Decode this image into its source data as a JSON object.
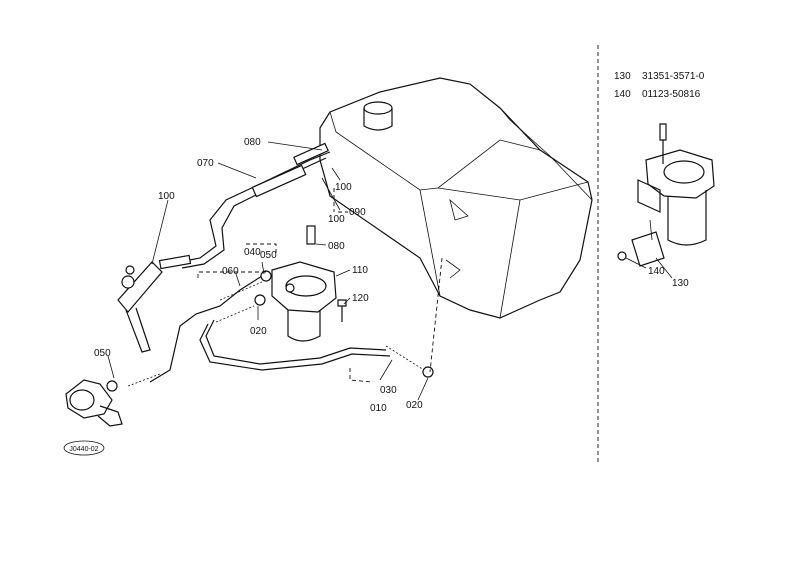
{
  "parts_list": [
    {
      "ref": "130",
      "part_no": "31351-3571-0"
    },
    {
      "ref": "140",
      "part_no": "01123-50816"
    }
  ],
  "callouts": {
    "c080a": "080",
    "c070": "070",
    "c100a": "100",
    "c100b": "100",
    "c100c": "100",
    "c090": "090",
    "c080b": "080",
    "c040": "040",
    "c050a": "050",
    "c060": "060",
    "c110": "110",
    "c120": "120",
    "c020a": "020",
    "c050b": "050",
    "c030": "030",
    "c010": "010",
    "c020b": "020",
    "c140": "140",
    "c130": "130"
  },
  "drawing_id": "J0440-02"
}
